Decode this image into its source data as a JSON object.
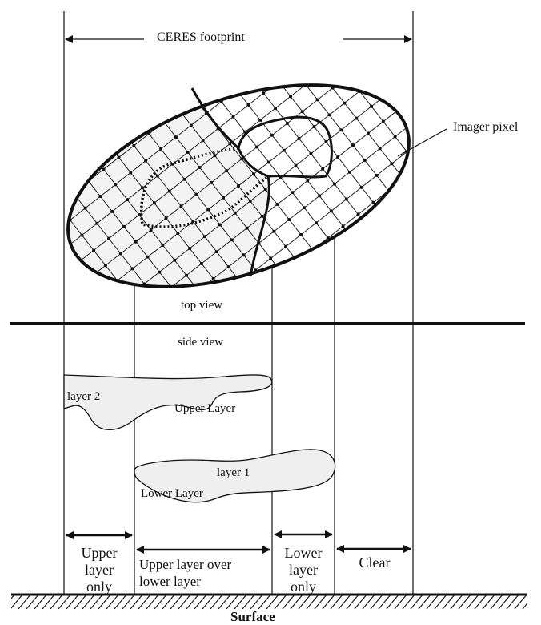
{
  "labels": {
    "footprint": "CERES footprint",
    "imager_pixel": "Imager pixel",
    "top_view": "top view",
    "side_view": "side view",
    "layer2": "layer 2",
    "upper_layer": "Upper Layer",
    "layer1": "layer 1",
    "lower_layer": "Lower Layer",
    "surface": "Surface"
  },
  "regions": [
    {
      "line1": "Upper",
      "line2": "layer",
      "line3": "only"
    },
    {
      "line1": "Upper layer over",
      "line2": "lower layer"
    },
    {
      "line1": "Lower",
      "line2": "layer",
      "line3": "only"
    },
    {
      "line1": "Clear"
    }
  ]
}
